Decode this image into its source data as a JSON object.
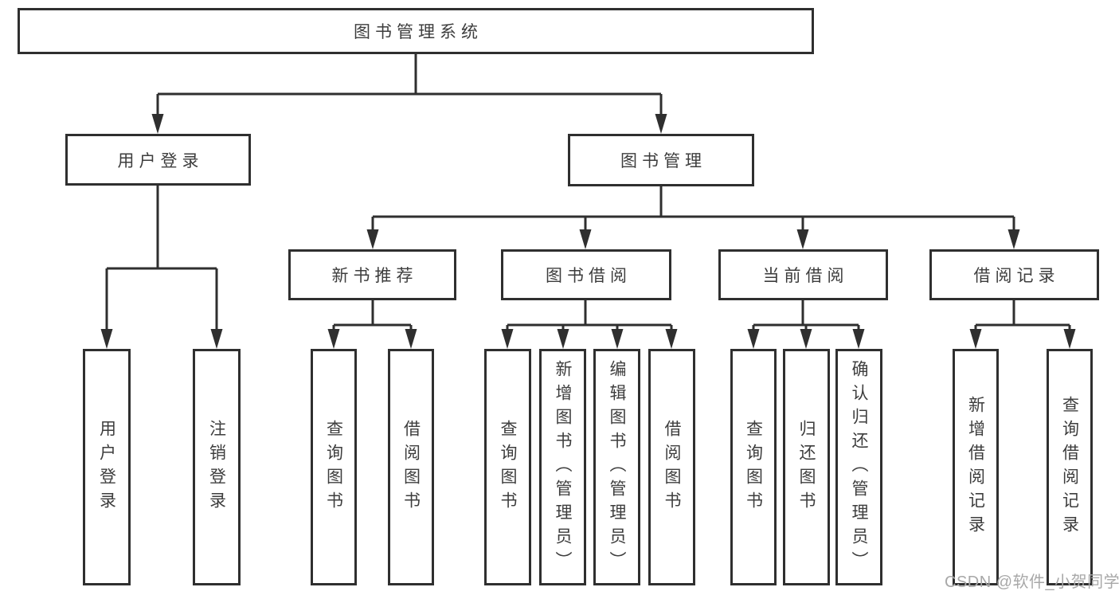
{
  "diagram": {
    "root": {
      "label": "图书管理系统"
    },
    "branches": [
      {
        "label": "用户登录",
        "children": [
          {
            "label": "用户登录"
          },
          {
            "label": "注销登录"
          }
        ]
      },
      {
        "label": "图书管理",
        "children": [
          {
            "label": "新书推荐",
            "children": [
              {
                "label": "查询图书"
              },
              {
                "label": "借阅图书"
              }
            ]
          },
          {
            "label": "图书借阅",
            "children": [
              {
                "label": "查询图书"
              },
              {
                "label": "新增图书（管理员）"
              },
              {
                "label": "编辑图书（管理员）"
              },
              {
                "label": "借阅图书"
              }
            ]
          },
          {
            "label": "当前借阅",
            "children": [
              {
                "label": "查询图书"
              },
              {
                "label": "归还图书"
              },
              {
                "label": "确认归还（管理员）"
              }
            ]
          },
          {
            "label": "借阅记录",
            "children": [
              {
                "label": "新增借阅记录"
              },
              {
                "label": "查询借阅记录"
              }
            ]
          }
        ]
      }
    ]
  },
  "watermark": {
    "text": "CSDN @软件_小贺同学"
  },
  "colors": {
    "line": "#2f2f2f",
    "box_border": "#2f2f2f",
    "text": "#3d3d3d",
    "watermark": "#a8a8a8",
    "background": "#ffffff"
  }
}
